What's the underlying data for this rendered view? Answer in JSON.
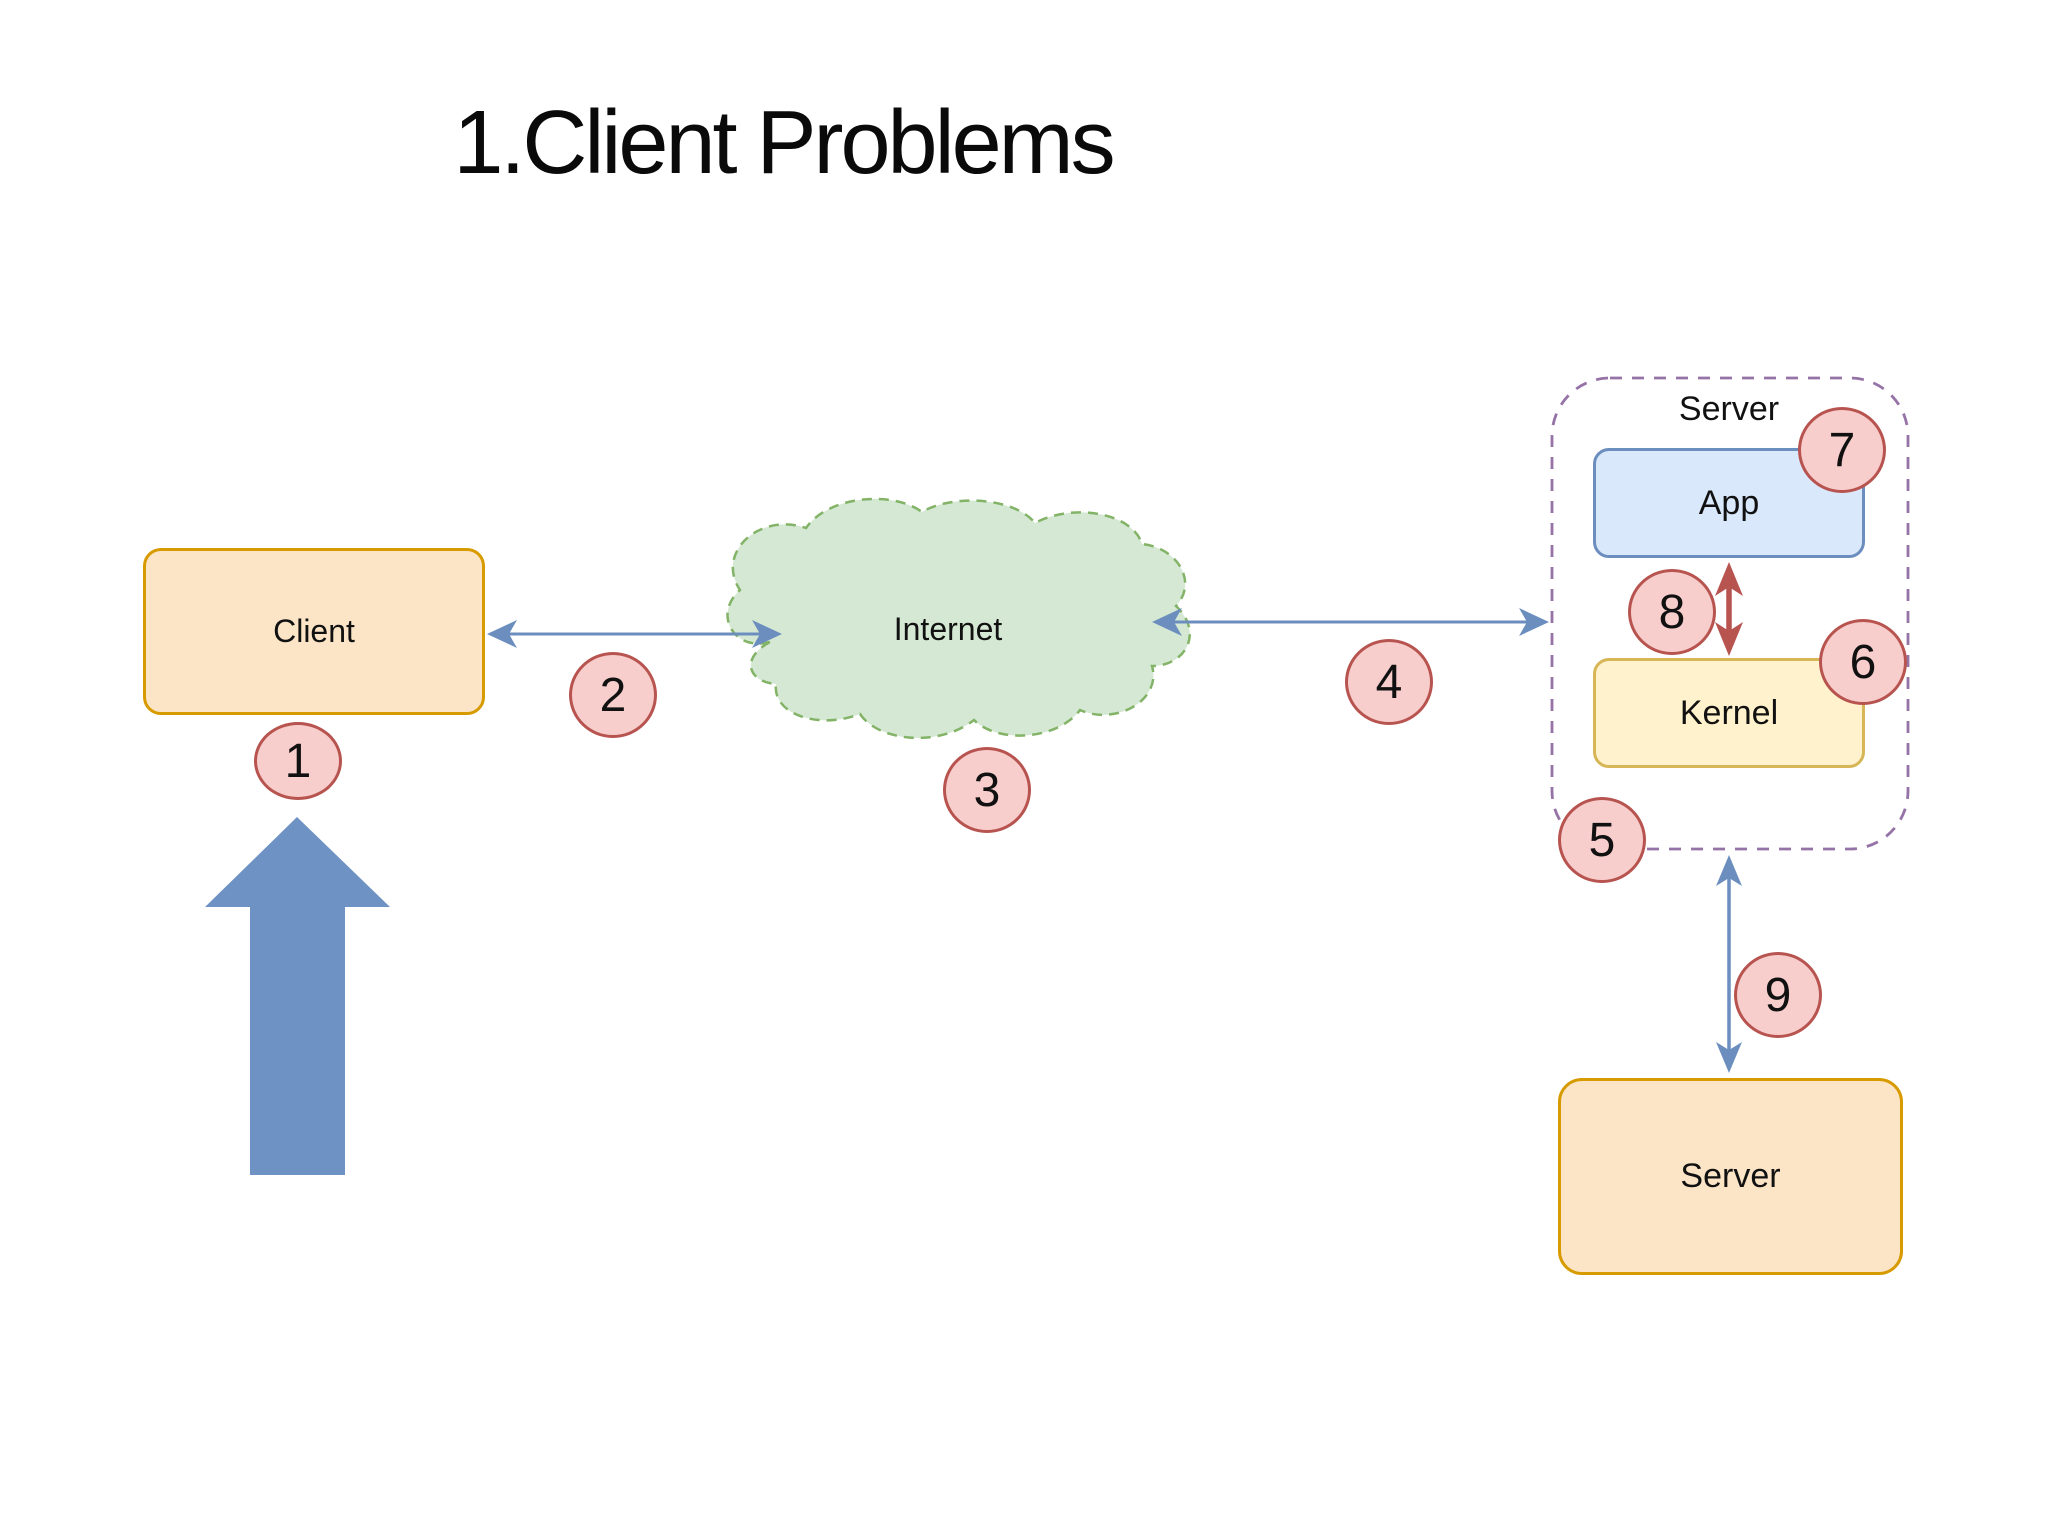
{
  "title": "1.Client Problems",
  "diagram": {
    "client": "Client",
    "internet": "Internet",
    "server_group": "Server",
    "app": "App",
    "kernel": "Kernel",
    "server": "Server",
    "badges": [
      "1",
      "2",
      "3",
      "4",
      "5",
      "6",
      "7",
      "8",
      "9"
    ]
  },
  "colors": {
    "box_orange_fill": "#FCE4C6",
    "box_orange_border": "#D79B00",
    "box_blue_fill": "#DAE8FC",
    "box_blue_border": "#6C8EBF",
    "box_yellow_fill": "#FFF2CC",
    "box_yellow_border": "#D6B656",
    "cloud_fill": "#D5E8D4",
    "cloud_border": "#82B366",
    "badge_fill": "#F8CECC",
    "badge_border": "#B85450",
    "group_border": "#9673A6",
    "arrow_blue": "#6C8EBF",
    "arrow_red": "#B85450",
    "big_arrow_fill": "#6F92C4"
  }
}
